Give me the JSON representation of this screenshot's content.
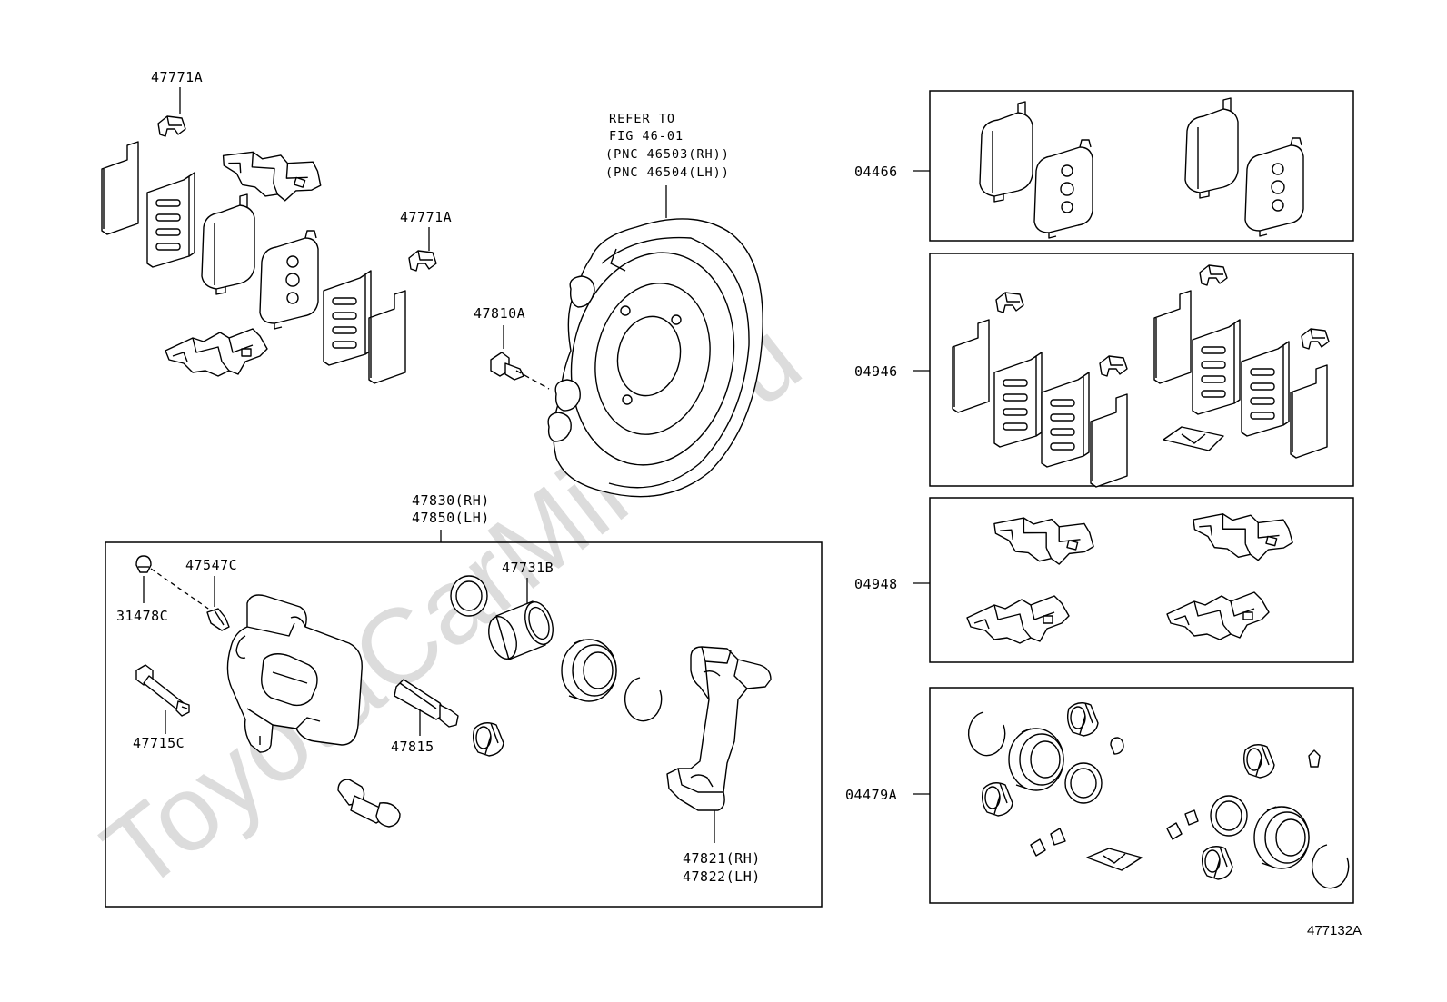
{
  "watermark": "ToyotaCarMine.ru",
  "figure_id": "477132A",
  "note": {
    "line1": "REFER TO",
    "line2": "FIG 46-01",
    "line3": "(PNC 46503(RH))",
    "line4": "(PNC 46504(LH))"
  },
  "labels": {
    "p47771a_top": "47771A",
    "p47771a_mid": "47771A",
    "p47810a": "47810A",
    "p47830": "47830(RH)",
    "p47850": "47850(LH)",
    "p47547c": "47547C",
    "p31478c": "31478C",
    "p47715c": "47715C",
    "p47815": "47815",
    "p47731b": "47731B",
    "p47821": "47821(RH)",
    "p47822": "47822(LH)",
    "p04466": "04466",
    "p04946": "04946",
    "p04948": "04948",
    "p04479a": "04479A"
  }
}
